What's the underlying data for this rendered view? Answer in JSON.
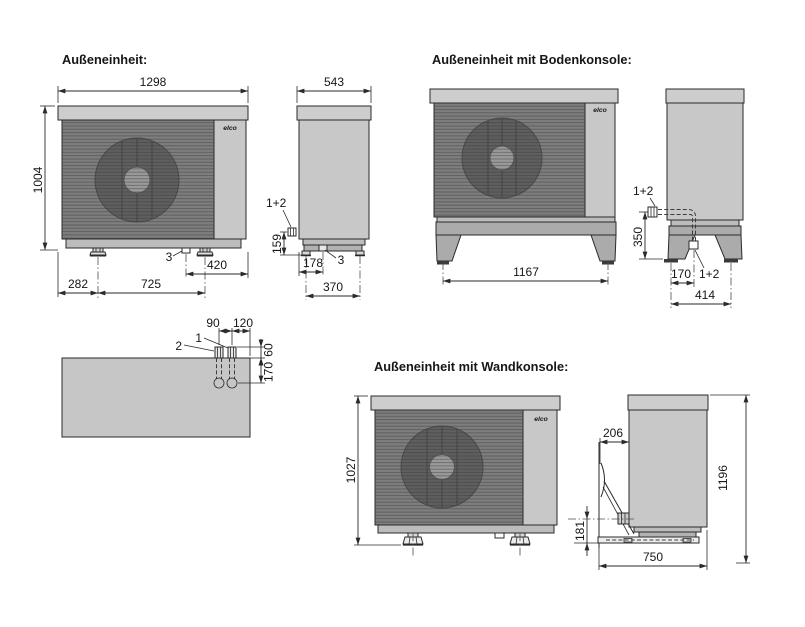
{
  "titles": {
    "unit": "Außeneinheit:",
    "floor_console": "Außeneinheit mit Bodenkonsole:",
    "wall_console": "Außeneinheit mit Wandkonsole:"
  },
  "brand": {
    "logo": "elco"
  },
  "callouts": {
    "pipes": "1+2",
    "pipe_1": "1",
    "pipe_2": "2",
    "drain": "3"
  },
  "dims": {
    "front": {
      "width": "1298",
      "height": "1004",
      "edge_to_foot": "282",
      "foot_spacing": "725",
      "drain_to_edge": "420"
    },
    "side": {
      "depth": "543",
      "pipe_height": "159",
      "edge_to_drain": "178",
      "foot_spacing": "370"
    },
    "floor_front": {
      "foot_spacing": "1167"
    },
    "floor_side": {
      "console_height": "350",
      "foot_to_pipe": "170",
      "foot_spacing": "414"
    },
    "plan": {
      "pipe_spacing": "90",
      "pipe_to_edge": "120",
      "pipe_stickout": "60",
      "edge_to_bend": "170"
    },
    "wall_front": {
      "height": "1027"
    },
    "wall_side": {
      "wall_to_unit": "206",
      "pipe_height": "181",
      "depth": "750",
      "total_height": "1196"
    }
  },
  "colors": {
    "line": "#2a2a2a",
    "cap": "#cdcdcd",
    "body": "#c8c8c8",
    "grille": "#7e7e7e",
    "fan": "#5f5f5f",
    "hub": "#9a9a9a",
    "base": "#bcbcbc",
    "console": "#ababab",
    "plan_body": "#c6c6c6"
  }
}
